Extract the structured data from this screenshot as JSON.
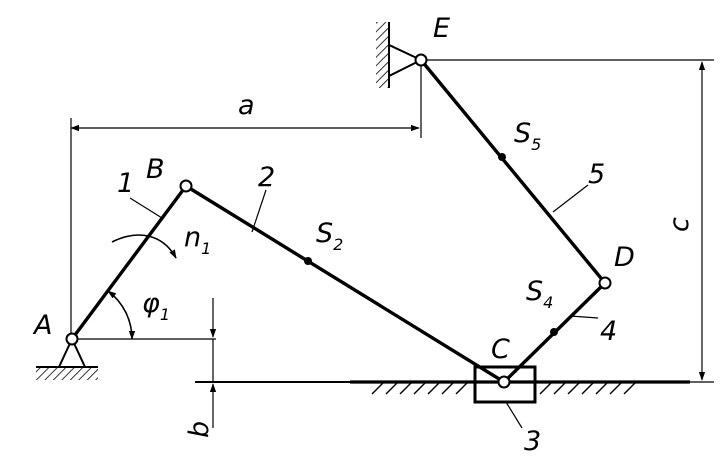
{
  "points": {
    "A": "A",
    "B": "B",
    "C": "C",
    "D": "D",
    "E": "E"
  },
  "link_numbers": {
    "l1": "1",
    "l2": "2",
    "l3": "3",
    "l4": "4",
    "l5": "5"
  },
  "centers": {
    "s2": {
      "main": "S",
      "sub": "2"
    },
    "s4": {
      "main": "S",
      "sub": "4"
    },
    "s5": {
      "main": "S",
      "sub": "5"
    }
  },
  "rotation": {
    "main": "n",
    "sub": "1"
  },
  "angle": {
    "main": "φ",
    "sub": "1"
  },
  "dimensions": {
    "a": "a",
    "b": "b",
    "c": "c"
  }
}
